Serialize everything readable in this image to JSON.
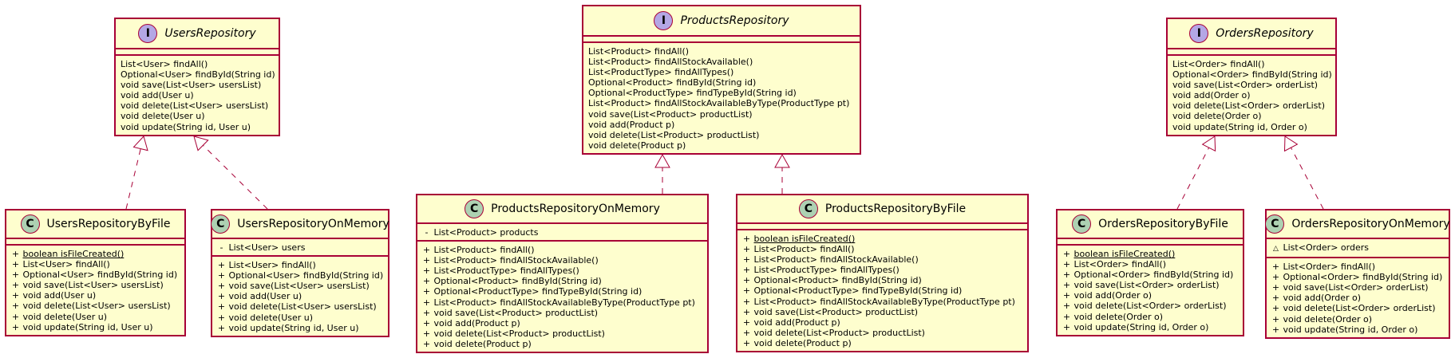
{
  "nodes": {
    "users_repository": {
      "kind": "interface",
      "stereotype": "I",
      "name": "UsersRepository",
      "fields": [],
      "methods": [
        {
          "text": "List<User> findAll()"
        },
        {
          "text": "Optional<User> findById(String id)"
        },
        {
          "text": "void save(List<User> usersList)"
        },
        {
          "text": "void add(User u)"
        },
        {
          "text": "void delete(List<User> usersList)"
        },
        {
          "text": "void delete(User u)"
        },
        {
          "text": "void update(String id, User u)"
        }
      ]
    },
    "products_repository": {
      "kind": "interface",
      "stereotype": "I",
      "name": "ProductsRepository",
      "fields": [],
      "methods": [
        {
          "text": "List<Product> findAll()"
        },
        {
          "text": "List<Product> findAllStockAvailable()"
        },
        {
          "text": "List<ProductType> findAllTypes()"
        },
        {
          "text": "Optional<Product> findById(String id)"
        },
        {
          "text": "Optional<ProductType> findTypeById(String id)"
        },
        {
          "text": "List<Product> findAllStockAvailableByType(ProductType pt)"
        },
        {
          "text": "void save(List<Product> productList)"
        },
        {
          "text": "void add(Product p)"
        },
        {
          "text": "void delete(List<Product> productList)"
        },
        {
          "text": "void delete(Product p)"
        }
      ]
    },
    "orders_repository": {
      "kind": "interface",
      "stereotype": "I",
      "name": "OrdersRepository",
      "fields": [],
      "methods": [
        {
          "text": "List<Order> findAll()"
        },
        {
          "text": "Optional<Order> findById(String id)"
        },
        {
          "text": "void save(List<Order> orderList)"
        },
        {
          "text": "void add(Order o)"
        },
        {
          "text": "void delete(List<Order> orderList)"
        },
        {
          "text": "void delete(Order o)"
        },
        {
          "text": "void update(String id, Order o)"
        }
      ]
    },
    "users_repository_by_file": {
      "kind": "class",
      "stereotype": "C",
      "name": "UsersRepositoryByFile",
      "fields": [],
      "methods": [
        {
          "vis": "+",
          "text": "boolean isFileCreated()",
          "static": true
        },
        {
          "vis": "+",
          "text": "List<User> findAll()"
        },
        {
          "vis": "+",
          "text": "Optional<User> findById(String id)"
        },
        {
          "vis": "+",
          "text": "void save(List<User> usersList)"
        },
        {
          "vis": "+",
          "text": "void add(User u)"
        },
        {
          "vis": "+",
          "text": "void delete(List<User> usersList)"
        },
        {
          "vis": "+",
          "text": "void delete(User u)"
        },
        {
          "vis": "+",
          "text": "void update(String id, User u)"
        }
      ]
    },
    "users_repository_on_memory": {
      "kind": "class",
      "stereotype": "C",
      "name": "UsersRepositoryOnMemory",
      "fields": [
        {
          "vis": "-",
          "text": "List<User> users"
        }
      ],
      "methods": [
        {
          "vis": "+",
          "text": "List<User> findAll()"
        },
        {
          "vis": "+",
          "text": "Optional<User> findById(String id)"
        },
        {
          "vis": "+",
          "text": "void save(List<User> usersList)"
        },
        {
          "vis": "+",
          "text": "void add(User u)"
        },
        {
          "vis": "+",
          "text": "void delete(List<User> usersList)"
        },
        {
          "vis": "+",
          "text": "void delete(User u)"
        },
        {
          "vis": "+",
          "text": "void update(String id, User u)"
        }
      ]
    },
    "products_repository_on_memory": {
      "kind": "class",
      "stereotype": "C",
      "name": "ProductsRepositoryOnMemory",
      "fields": [
        {
          "vis": "-",
          "text": "List<Product> products"
        }
      ],
      "methods": [
        {
          "vis": "+",
          "text": "List<Product> findAll()"
        },
        {
          "vis": "+",
          "text": "List<Product> findAllStockAvailable()"
        },
        {
          "vis": "+",
          "text": "List<ProductType> findAllTypes()"
        },
        {
          "vis": "+",
          "text": "Optional<Product> findById(String id)"
        },
        {
          "vis": "+",
          "text": "Optional<ProductType> findTypeById(String id)"
        },
        {
          "vis": "+",
          "text": "List<Product> findAllStockAvailableByType(ProductType pt)"
        },
        {
          "vis": "+",
          "text": "void save(List<Product> productList)"
        },
        {
          "vis": "+",
          "text": "void add(Product p)"
        },
        {
          "vis": "+",
          "text": "void delete(List<Product> productList)"
        },
        {
          "vis": "+",
          "text": "void delete(Product p)"
        }
      ]
    },
    "products_repository_by_file": {
      "kind": "class",
      "stereotype": "C",
      "name": "ProductsRepositoryByFile",
      "fields": [],
      "methods": [
        {
          "vis": "+",
          "text": "boolean isFileCreated()",
          "static": true
        },
        {
          "vis": "+",
          "text": "List<Product> findAll()"
        },
        {
          "vis": "+",
          "text": "List<Product> findAllStockAvailable()"
        },
        {
          "vis": "+",
          "text": "List<ProductType> findAllTypes()"
        },
        {
          "vis": "+",
          "text": "Optional<Product> findById(String id)"
        },
        {
          "vis": "+",
          "text": "Optional<ProductType> findTypeById(String id)"
        },
        {
          "vis": "+",
          "text": "List<Product> findAllStockAvailableByType(ProductType pt)"
        },
        {
          "vis": "+",
          "text": "void save(List<Product> productList)"
        },
        {
          "vis": "+",
          "text": "void add(Product p)"
        },
        {
          "vis": "+",
          "text": "void delete(List<Product> productList)"
        },
        {
          "vis": "+",
          "text": "void delete(Product p)"
        }
      ]
    },
    "orders_repository_by_file": {
      "kind": "class",
      "stereotype": "C",
      "name": "OrdersRepositoryByFile",
      "fields": [],
      "methods": [
        {
          "vis": "+",
          "text": "boolean isFileCreated()",
          "static": true
        },
        {
          "vis": "+",
          "text": "List<Order> findAll()"
        },
        {
          "vis": "+",
          "text": "Optional<Order> findById(String id)"
        },
        {
          "vis": "+",
          "text": "void save(List<Order> orderList)"
        },
        {
          "vis": "+",
          "text": "void add(Order o)"
        },
        {
          "vis": "+",
          "text": "void delete(List<Order> orderList)"
        },
        {
          "vis": "+",
          "text": "void delete(Order o)"
        },
        {
          "vis": "+",
          "text": "void update(String id, Order o)"
        }
      ]
    },
    "orders_repository_on_memory": {
      "kind": "class",
      "stereotype": "C",
      "name": "OrdersRepositoryOnMemory",
      "fields": [
        {
          "vis": "~",
          "text": "List<Order> orders"
        }
      ],
      "methods": [
        {
          "vis": "+",
          "text": "List<Order> findAll()"
        },
        {
          "vis": "+",
          "text": "Optional<Order> findById(String id)"
        },
        {
          "vis": "+",
          "text": "void save(List<Order> orderList)"
        },
        {
          "vis": "+",
          "text": "void add(Order o)"
        },
        {
          "vis": "+",
          "text": "void delete(List<Order> orderList)"
        },
        {
          "vis": "+",
          "text": "void delete(Order o)"
        },
        {
          "vis": "+",
          "text": "void update(String id, Order o)"
        }
      ]
    }
  },
  "relations": [
    {
      "type": "realization",
      "from": "users_repository_by_file",
      "to": "users_repository"
    },
    {
      "type": "realization",
      "from": "users_repository_on_memory",
      "to": "users_repository"
    },
    {
      "type": "realization",
      "from": "products_repository_on_memory",
      "to": "products_repository"
    },
    {
      "type": "realization",
      "from": "products_repository_by_file",
      "to": "products_repository"
    },
    {
      "type": "realization",
      "from": "orders_repository_by_file",
      "to": "orders_repository"
    },
    {
      "type": "realization",
      "from": "orders_repository_on_memory",
      "to": "orders_repository"
    }
  ],
  "colors": {
    "box_fill": "#FEFECE",
    "border": "#A80036",
    "interface_badge": "#B4A7E5",
    "class_badge": "#ADD1B2",
    "text": "#000000",
    "field_private_marker": "#C82930",
    "field_package_marker": "#B38D22",
    "method_public_marker": "#84BE84"
  }
}
